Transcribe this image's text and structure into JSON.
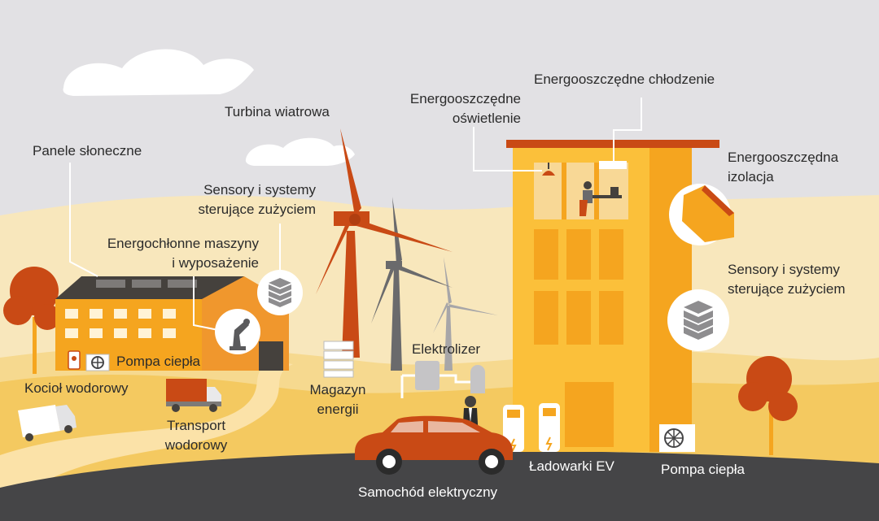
{
  "labels": {
    "solar_panels": "Panele słoneczne",
    "wind_turbine": "Turbina wiatrowa",
    "efficient_lighting": [
      "Energooszczędne",
      "oświetlenie"
    ],
    "efficient_cooling": "Energooszczędne chłodzenie",
    "efficient_insulation": [
      "Energooszczędna",
      "izolacja"
    ],
    "sensors_left": [
      "Sensory i systemy",
      "sterujące zużyciem"
    ],
    "sensors_right": [
      "Sensory i systemy",
      "sterujące zużyciem"
    ],
    "machines": [
      "Energochłonne maszyny",
      "i wyposażenie"
    ],
    "heat_pump_left": "Pompa ciepła",
    "hydrogen_boiler": "Kocioł wodorowy",
    "hydrogen_transport": [
      "Transport",
      "wodorowy"
    ],
    "energy_storage": [
      "Magazyn",
      "energii"
    ],
    "electrolyzer": "Elektrolizer",
    "electric_car": "Samochód elektryczny",
    "ev_chargers": "Ładowarki EV",
    "heat_pump_right": "Pompa ciepła"
  },
  "colors": {
    "sky": "#e2e1e4",
    "ground_light": "#f6dfa6",
    "ground_mid": "#f4c960",
    "road": "#454547",
    "building": "#f5a51f",
    "building_light": "#fbc03a",
    "accent": "#c94a15",
    "turbine_grey": "#6a6a6c"
  }
}
